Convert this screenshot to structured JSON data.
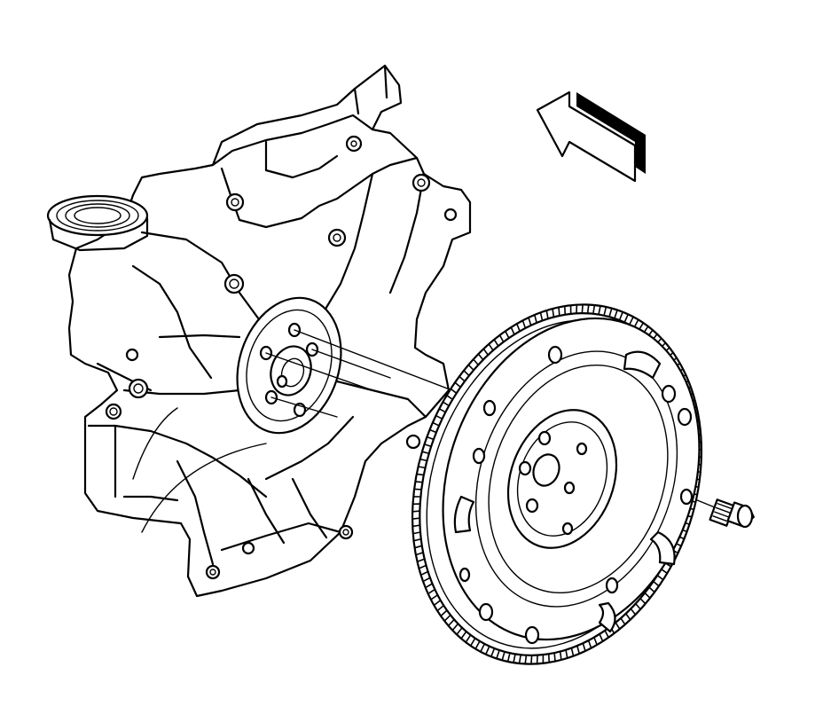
{
  "diagram": {
    "subject": "engine-block-with-flywheel-and-bolts",
    "components": [
      "engine-block",
      "crankshaft-rear-flange",
      "flywheel",
      "flywheel-bolt",
      "direction-arrow"
    ],
    "colors": {
      "ink": "#000000",
      "background": "#ffffff"
    },
    "flywheel_bolt_holes": 6,
    "ring_gear_teeth": 150
  }
}
